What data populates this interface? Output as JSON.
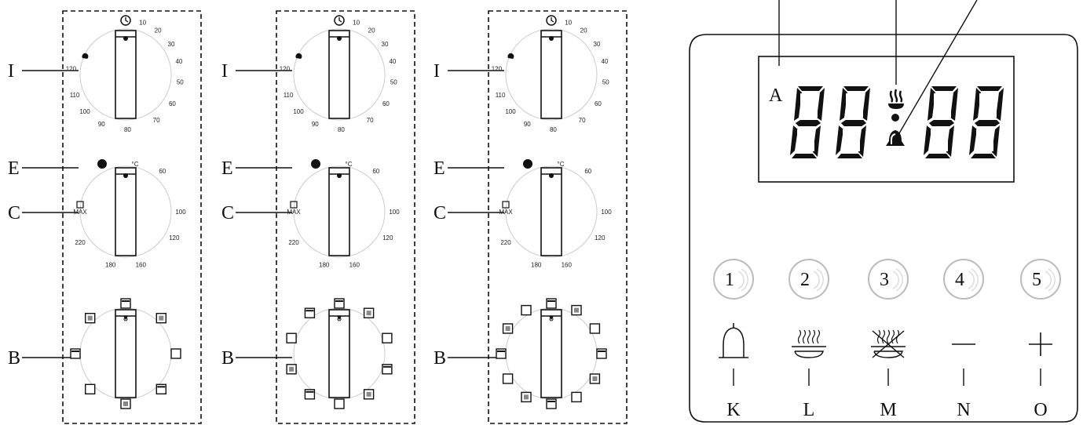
{
  "knob_panels": [
    {
      "timer_labels": [
        "10",
        "20",
        "30",
        "40",
        "50",
        "60",
        "70",
        "80",
        "90",
        "100",
        "110",
        "120"
      ],
      "temp_labels": [
        "60",
        "100",
        "120",
        "160",
        "180",
        "220",
        "MAX"
      ],
      "temp_unit": "°C",
      "callouts": {
        "timer": "I",
        "indicator": "E",
        "thermostat": "C",
        "function": "B"
      }
    },
    {
      "timer_labels": [
        "10",
        "20",
        "30",
        "40",
        "50",
        "60",
        "70",
        "80",
        "90",
        "100",
        "110",
        "120"
      ],
      "temp_labels": [
        "60",
        "100",
        "120",
        "160",
        "180",
        "220",
        "MAX"
      ],
      "temp_unit": "°C",
      "callouts": {
        "timer": "I",
        "indicator": "E",
        "thermostat": "C",
        "function": "B"
      }
    },
    {
      "timer_labels": [
        "10",
        "20",
        "30",
        "40",
        "50",
        "60",
        "70",
        "80",
        "90",
        "100",
        "110",
        "120"
      ],
      "temp_labels": [
        "60",
        "100",
        "120",
        "160",
        "180",
        "220",
        "MAX"
      ],
      "temp_unit": "°C",
      "callouts": {
        "timer": "I",
        "indicator": "E",
        "thermostat": "C",
        "function": "B"
      }
    }
  ],
  "display": {
    "indicator_label": "A",
    "digits": "88:88"
  },
  "buttons": [
    {
      "number": "1",
      "label": "K",
      "icon": "bell-icon"
    },
    {
      "number": "2",
      "label": "L",
      "icon": "cooking-icon"
    },
    {
      "number": "3",
      "label": "M",
      "icon": "cooking-off-icon"
    },
    {
      "number": "4",
      "label": "N",
      "icon": "minus-icon"
    },
    {
      "number": "5",
      "label": "O",
      "icon": "plus-icon"
    }
  ]
}
